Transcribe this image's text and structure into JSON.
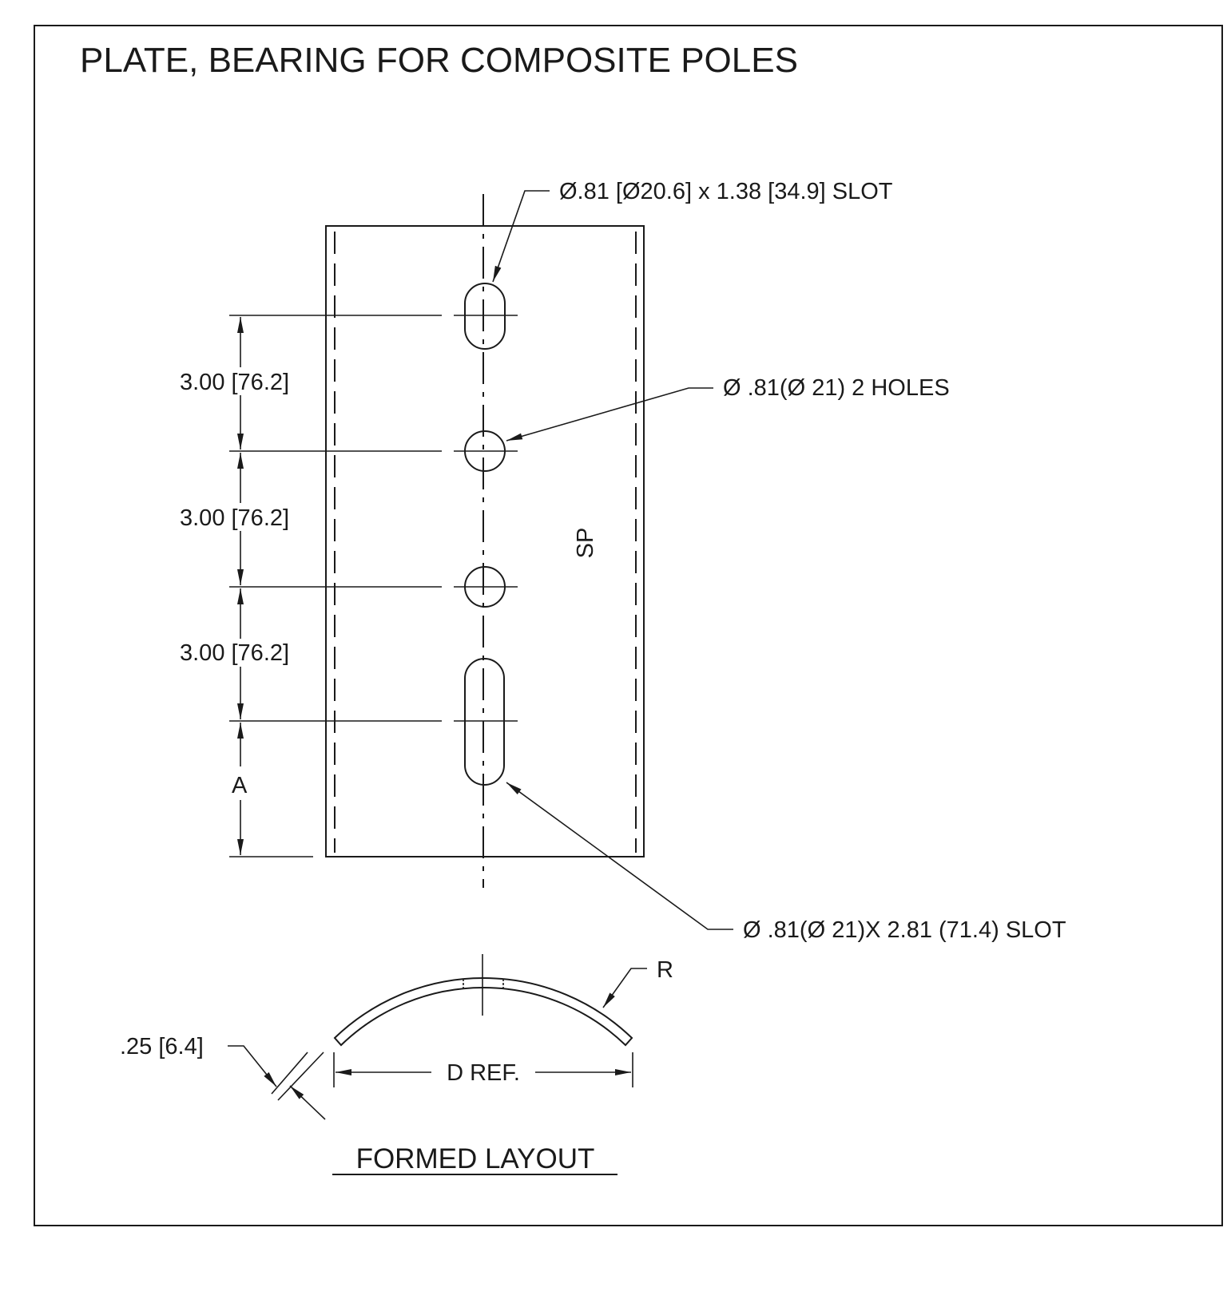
{
  "title": "PLATE, BEARING FOR COMPOSITE POLES",
  "plate": {
    "side_label": "SP",
    "callouts": {
      "top_slot": "Ø.81 [Ø20.6] x 1.38 [34.9] SLOT",
      "holes": "Ø .81(Ø 21) 2 HOLES",
      "bottom_slot": "Ø .81(Ø 21)X 2.81 (71.4) SLOT"
    },
    "dimensions": [
      "3.00 [76.2]",
      "3.00 [76.2]",
      "3.00 [76.2]"
    ],
    "dim_a": "A"
  },
  "formed_layout": {
    "caption": "FORMED LAYOUT",
    "radius_label": "R",
    "thickness": ".25 [6.4]",
    "width_label": "D REF."
  }
}
